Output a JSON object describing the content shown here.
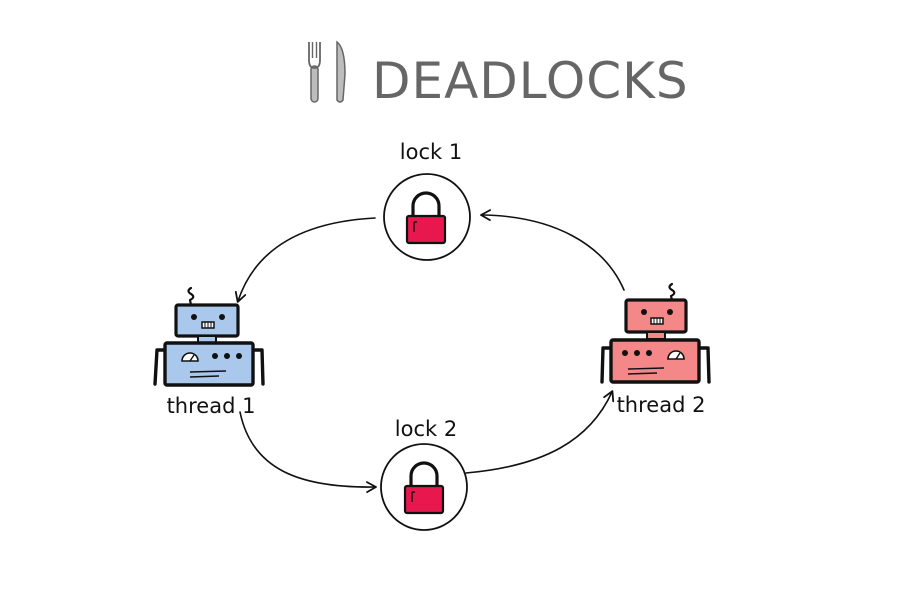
{
  "title": "DEADLOCKS",
  "title_icon": "fork-and-knife-icon",
  "locks": [
    {
      "label": "lock 1",
      "icon": "padlock-icon"
    },
    {
      "label": "lock 2",
      "icon": "padlock-icon"
    }
  ],
  "threads": [
    {
      "label": "thread 1",
      "icon": "robot-icon"
    },
    {
      "label": "thread 2",
      "icon": "robot-icon"
    }
  ],
  "colors": {
    "title": "#666666",
    "lock_body": "#e8174e",
    "thread1_robot": "#a9c8ec",
    "thread2_robot": "#f48788",
    "ink": "#111111"
  }
}
